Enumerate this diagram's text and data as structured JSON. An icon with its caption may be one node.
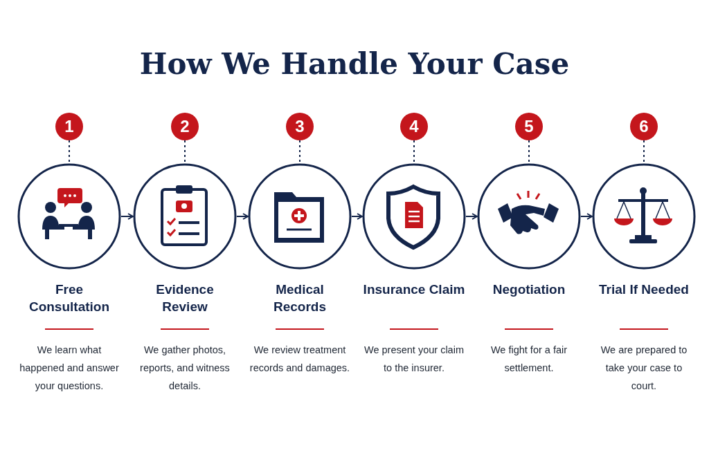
{
  "diagram": {
    "title": "How We Handle Your Case",
    "nodes": [
      {
        "text": [
          "1"
        ]
      },
      {
        "text": [
          "2"
        ]
      },
      {
        "text": [
          "3"
        ]
      },
      {
        "text": [
          "4"
        ]
      },
      {
        "text": [
          "5"
        ]
      },
      {
        "text": [
          "6"
        ]
      },
      {
        "text": [
          "Free Consultation",
          "We learn what happened and answer your questions."
        ]
      },
      {
        "text": [
          "Evidence Review",
          "We gather photos, reports, and witness details."
        ]
      },
      {
        "text": [
          "Medical Records",
          "We review treatment records and damages."
        ]
      },
      {
        "text": [
          "Insurance Claim",
          "We present your claim to the insurer."
        ]
      },
      {
        "text": [
          "Negotiation",
          "We fight for a fair settlement."
        ]
      },
      {
        "text": [
          "Trial If Needed",
          "We are prepared to take your case to court."
        ]
      }
    ],
    "edges": [
      {
        "from": 0,
        "to": 6,
        "arrow": "none",
        "style": "dashed"
      },
      {
        "from": 1,
        "to": 7,
        "arrow": "none",
        "style": "dashed"
      },
      {
        "from": 2,
        "to": 8,
        "arrow": "none",
        "style": "dashed"
      },
      {
        "from": 3,
        "to": 9,
        "arrow": "none",
        "style": "dashed"
      },
      {
        "from": 4,
        "to": 10,
        "arrow": "none",
        "style": "dashed"
      },
      {
        "from": 5,
        "to": 11,
        "arrow": "none",
        "style": "dashed"
      },
      {
        "from": 6,
        "to": 7,
        "arrow": "to"
      },
      {
        "from": 7,
        "to": 8,
        "arrow": "to"
      },
      {
        "from": 8,
        "to": 9,
        "arrow": "to"
      },
      {
        "from": 9,
        "to": 10,
        "arrow": "to"
      },
      {
        "from": 10,
        "to": 11,
        "arrow": "to"
      }
    ]
  }
}
